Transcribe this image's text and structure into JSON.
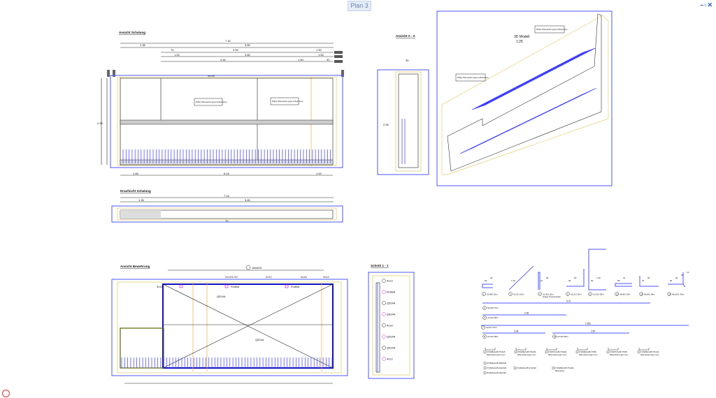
{
  "tab": {
    "label": "Plan 3"
  },
  "window_controls": {
    "minimize": "minimize-icon",
    "restore": "restore-icon",
    "close": "close-icon",
    "label": "–▫✕"
  },
  "colors": {
    "frame": "#4c55ff",
    "rebar": "#3b3bff",
    "marker": "#e020e0",
    "outline": "#e0d070",
    "axis": "#f0a640"
  },
  "ansicht_schalung": {
    "title": "Ansicht Schalung",
    "dims": [
      "7.16",
      "1.36",
      "5.80",
      "75",
      "3.55",
      "1.50",
      "1.00",
      "3.80",
      "1.50",
      "4.30",
      "1.50",
      "30"
    ],
    "label_left": "Philipp Hülsenankert gegen Aufbetonieren",
    "label_right": "Philipp Hülsenankert gegen Aufbetonieren",
    "level": "±0.00",
    "height": "2.95",
    "bottom_dims": [
      "1.66",
      "6.16",
      "1.00"
    ]
  },
  "draufsicht_schalung": {
    "title": "Draufsicht Schalung",
    "dims": [
      "7.16",
      "1.36",
      "5.80"
    ],
    "bottom": "70"
  },
  "ansicht_aa": {
    "title": "Ansicht A - A",
    "dims": [
      "35",
      "2.95"
    ]
  },
  "modell_3d": {
    "title": "3D Modell",
    "scale": "1:25",
    "label_top": "Philipp Hülsenankert gegen Aufbetonieren",
    "label_left": "Philipp Hülsenankert gegen Aufbetonieren"
  },
  "ansicht_bewehrung": {
    "title": "Ansicht Bewehrung",
    "marks": [
      "18x8/15",
      "3x16",
      "2x12/1.00",
      "2x12",
      "4x16",
      "2x12",
      "R188A",
      "R188A",
      "Q524A",
      "Q524A"
    ]
  },
  "schnitt_11": {
    "title": "Schnitt 1 - 1",
    "marks": [
      "4x12",
      "R188A",
      "Q524A",
      "Q524A",
      "4x16",
      "Q524A",
      "Q524A",
      "4x12"
    ]
  },
  "bar_schedule": {
    "shapes": [
      {
        "mark": "1",
        "text": "10x8/0.81m",
        "dims": [
          "60",
          "20"
        ]
      },
      {
        "mark": "3",
        "text": "2x12/1.20m",
        "dims": [
          "1.20"
        ]
      },
      {
        "mark": "4",
        "text": "2x16/1.20m",
        "note": "Zulage Transportanker",
        "dims": [
          "10",
          "90"
        ]
      },
      {
        "mark": "6",
        "text": "6x12/1.20m",
        "dims": [
          "60",
          "50"
        ]
      },
      {
        "mark": "9",
        "text": "2x12/2.55m",
        "dims": [
          "60",
          "1.35"
        ]
      },
      {
        "mark": "11",
        "text": "36x8/1.26m",
        "dims": [
          "58",
          "21"
        ]
      },
      {
        "mark": "13",
        "text": "46x8/1.06m",
        "dims": [
          "16",
          "66"
        ]
      },
      {
        "mark": "15",
        "text": "46x10/1.39m",
        "dims": [
          "66",
          "30",
          "25",
          "13"
        ]
      }
    ],
    "straight": [
      {
        "mark": "2",
        "text": "8x12/5.70m",
        "length": "5.70"
      },
      {
        "mark": "5",
        "text": "2x12/2.95m",
        "length": "2.95"
      },
      {
        "mark": "7",
        "text": "4x12/7.07m",
        "length": "7.066"
      },
      {
        "mark": "8",
        "text": "2x12/2.08m",
        "length": "2.08"
      },
      {
        "mark": "10",
        "text": "2x12/2.50m",
        "length": "2.50"
      }
    ],
    "mats": [
      {
        "mark": "1",
        "text": "1*R188A/L/B=75/125",
        "note": "Mattenstelle liegen innen"
      },
      {
        "mark": "2",
        "text": "2*R188A/L/B=75/230",
        "note": "Mattenstelle liegen innen"
      },
      {
        "mark": "3",
        "text": "1*R257A/L/B=75/230",
        "note": "Mattenstelle liegen innen"
      },
      {
        "mark": "4",
        "text": "1*R188A/L/B=75/65",
        "note": "Mattenstelle liegen innen"
      },
      {
        "mark": "5",
        "text": "1*R257A/L/B=75/65",
        "note": "Mattenstelle liegen innen"
      },
      {
        "mark": "6",
        "text": "1*R188A/L/B=75/134",
        "note": "Mattenstelle liegen innen"
      },
      {
        "mark": "7",
        "text": "2*Q524A/L/B=590/230"
      },
      {
        "mark": "8",
        "text": "1*Q524A/L/B=192/230"
      },
      {
        "mark": "9",
        "text": "2*Q524A/L/B=300/110"
      },
      {
        "mark": "10",
        "text": "1*Q524A/L/B=170/110"
      },
      {
        "mark": "11",
        "text": "1*R188A/L/B=75/230",
        "note": "Mattenstelle"
      }
    ]
  }
}
